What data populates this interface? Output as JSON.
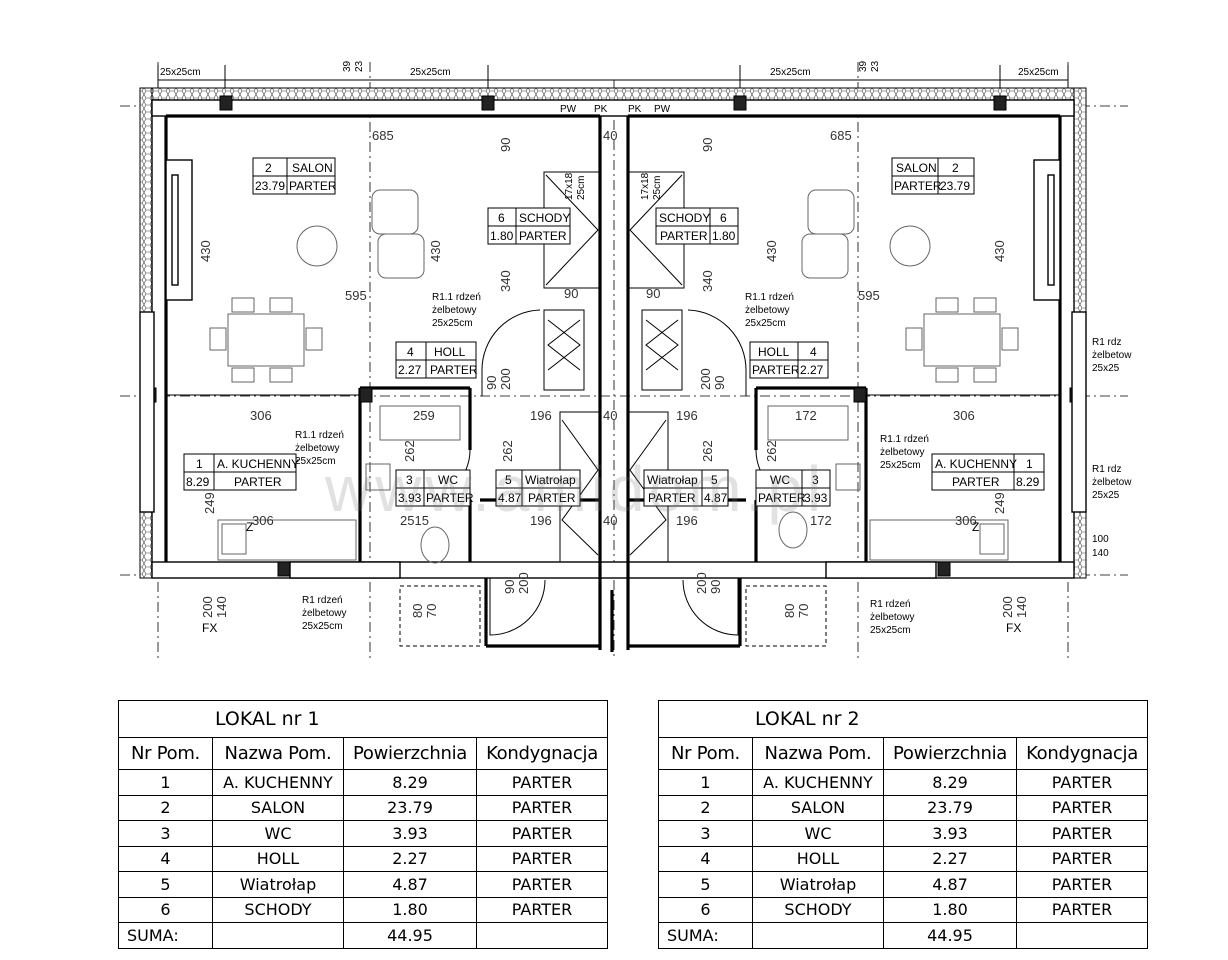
{
  "watermark": "www.amidom.pl",
  "plan": {
    "dims": {
      "col_size": "25x25cm",
      "d391": "39",
      "d231": "23",
      "d685": "685",
      "d430": "430",
      "d595": "595",
      "d90": "90",
      "d340": "340",
      "d40": "40",
      "d306": "306",
      "d249": "249",
      "d259": "259",
      "d262": "262",
      "d196": "196",
      "d2515": "2515",
      "d172": "172",
      "d80": "80",
      "d70": "70",
      "d200": "200",
      "d140": "140",
      "d100": "100",
      "dfx": "FX",
      "d1718": "17x18",
      "d25cm": "25cm",
      "dz": "Z",
      "pw": "PW",
      "pk": "PK",
      "pw2": "PW"
    },
    "ring_beam": {
      "r11_a": "R1.1 rdzeń",
      "r11_b": "żelbetowy",
      "r11_c": "25x25cm",
      "r1_a": "R1 rdzeń",
      "r1_b": "żelbetowy",
      "r1_c": "25x25cm",
      "r1_trunc": "R1 rdz",
      "zel_trunc": "żelbetow",
      "size_trunc": "25x25"
    },
    "rooms_left": {
      "salon": {
        "nr": "2",
        "name": "SALON",
        "area": "23.79",
        "level": "PARTER"
      },
      "schody": {
        "nr": "6",
        "name": "SCHODY",
        "area": "1.80",
        "level": "PARTER"
      },
      "holl": {
        "nr": "4",
        "name": "HOLL",
        "area": "2.27",
        "level": "PARTER"
      },
      "kuchenny": {
        "nr": "1",
        "name": "A. KUCHENNY",
        "area": "8.29",
        "level": "PARTER"
      },
      "wc": {
        "nr": "3",
        "name": "WC",
        "area": "3.93",
        "level": "PARTER"
      },
      "wiatrolap": {
        "nr": "5",
        "name": "Wiatrołap",
        "area": "4.87",
        "level": "PARTER"
      }
    },
    "rooms_right": {
      "salon": {
        "nr": "2",
        "name": "SALON",
        "area": "23.79",
        "level": "PARTER"
      },
      "schody": {
        "nr": "6",
        "name": "SCHODY",
        "area": "1.80",
        "level": "PARTER"
      },
      "holl": {
        "nr": "4",
        "name": "HOLL",
        "area": "2.27",
        "level": "PARTER"
      },
      "kuchenny": {
        "nr": "1",
        "name": "A. KUCHENNY",
        "area": "8.29",
        "level": "PARTER"
      },
      "wc": {
        "nr": "3",
        "name": "WC",
        "area": "3.93",
        "level": "PARTER"
      },
      "wiatrolap": {
        "nr": "5",
        "name": "Wiatrołap",
        "area": "4.87",
        "level": "PARTER"
      }
    }
  },
  "tables": {
    "headers": [
      "Nr Pom.",
      "Nazwa Pom.",
      "Powierzchnia",
      "Kondygnacja"
    ],
    "sum_label": "SUMA:",
    "lokal1": {
      "title": "LOKAL nr 1",
      "rows": [
        [
          "1",
          "A. KUCHENNY",
          "8.29",
          "PARTER"
        ],
        [
          "2",
          "SALON",
          "23.79",
          "PARTER"
        ],
        [
          "3",
          "WC",
          "3.93",
          "PARTER"
        ],
        [
          "4",
          "HOLL",
          "2.27",
          "PARTER"
        ],
        [
          "5",
          "Wiatrołap",
          "4.87",
          "PARTER"
        ],
        [
          "6",
          "SCHODY",
          "1.80",
          "PARTER"
        ]
      ],
      "sum": "44.95"
    },
    "lokal2": {
      "title": "LOKAL nr 2",
      "rows": [
        [
          "1",
          "A. KUCHENNY",
          "8.29",
          "PARTER"
        ],
        [
          "2",
          "SALON",
          "23.79",
          "PARTER"
        ],
        [
          "3",
          "WC",
          "3.93",
          "PARTER"
        ],
        [
          "4",
          "HOLL",
          "2.27",
          "PARTER"
        ],
        [
          "5",
          "Wiatrołap",
          "4.87",
          "PARTER"
        ],
        [
          "6",
          "SCHODY",
          "1.80",
          "PARTER"
        ]
      ],
      "sum": "44.95"
    }
  }
}
